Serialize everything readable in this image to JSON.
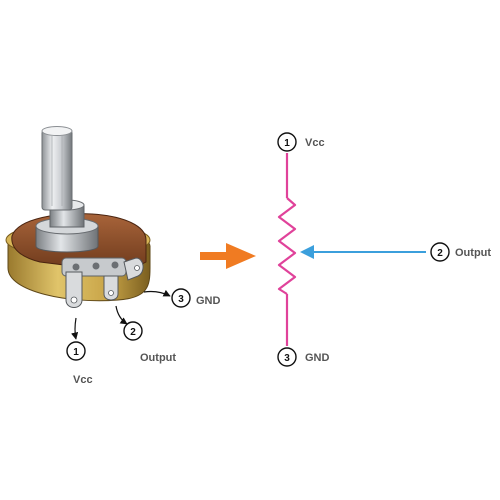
{
  "photo": {
    "pin1": {
      "number": "1",
      "label": "Vcc"
    },
    "pin2": {
      "number": "2",
      "label": "Output"
    },
    "pin3": {
      "number": "3",
      "label": "GND"
    }
  },
  "schematic": {
    "pin1": {
      "number": "1",
      "label": "Vcc"
    },
    "pin2": {
      "number": "2",
      "label": "Output"
    },
    "pin3": {
      "number": "3",
      "label": "GND"
    }
  },
  "colors": {
    "resistor": "#e0429a",
    "wiper_arrow": "#3b9fdc",
    "transform_arrow": "#f07b22",
    "callout": "#111111"
  }
}
